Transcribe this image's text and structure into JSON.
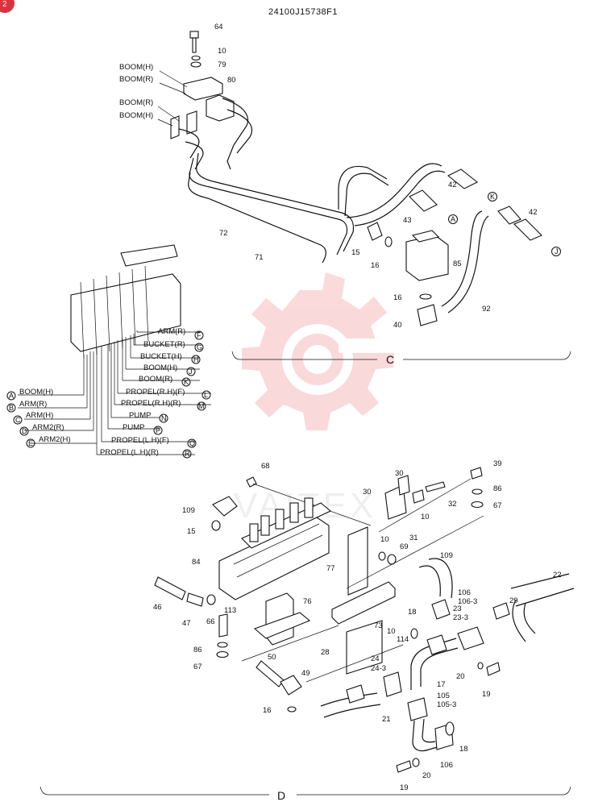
{
  "header": {
    "drawing_no": "24100J15738F1",
    "corner_badge": "2"
  },
  "watermark": {
    "text": "VAITEX",
    "color": "#e8585a"
  },
  "sections": {
    "c": "C",
    "d": "D"
  },
  "parts_c": [
    "64",
    "10",
    "79",
    "80",
    "42",
    "43",
    "15",
    "16",
    "85",
    "42",
    "72",
    "71",
    "16",
    "40",
    "92"
  ],
  "hose_c": [
    "BOOM(H)",
    "BOOM(R)",
    "BOOM(R)",
    "BOOM(H)"
  ],
  "ports_c": [
    "K",
    "A",
    "J"
  ],
  "port_right": [
    {
      "label": "ARM(R)",
      "letter": "F"
    },
    {
      "label": "BUCKET(R)",
      "letter": "G"
    },
    {
      "label": "BUCKET(H)",
      "letter": "H"
    },
    {
      "label": "BOOM(H)",
      "letter": "J"
    },
    {
      "label": "BOOM(R)",
      "letter": "K"
    },
    {
      "label": "PROPEL(R.H)(F)",
      "letter": "L"
    },
    {
      "label": "PROPEL(R.H)(R)",
      "letter": "M"
    },
    {
      "label": "PUMP",
      "letter": "N"
    },
    {
      "label": "PUMP",
      "letter": "P"
    },
    {
      "label": "PROPEL(L.H)(F)",
      "letter": "Q"
    },
    {
      "label": "PROPEL(L.H)(R)",
      "letter": "R"
    }
  ],
  "port_left": [
    {
      "label": "BOOM(H)",
      "letter": "A"
    },
    {
      "label": "ARM(R)",
      "letter": "B"
    },
    {
      "label": "ARM(H)",
      "letter": "C"
    },
    {
      "label": "ARM2(R)",
      "letter": "D"
    },
    {
      "label": "ARM2(H)",
      "letter": "E"
    }
  ],
  "parts_d": [
    "68",
    "39",
    "30",
    "86",
    "109",
    "30",
    "32",
    "67",
    "15",
    "10",
    "31",
    "10",
    "69",
    "109",
    "84",
    "77",
    "22",
    "106",
    "106-3",
    "29",
    "23",
    "23-3",
    "46",
    "47",
    "113",
    "76",
    "18",
    "66",
    "73",
    "10",
    "114",
    "86",
    "24",
    "28",
    "24-3",
    "17",
    "20",
    "67",
    "50",
    "49",
    "105",
    "105-3",
    "19",
    "16",
    "21",
    "18",
    "106",
    "19",
    "20"
  ]
}
